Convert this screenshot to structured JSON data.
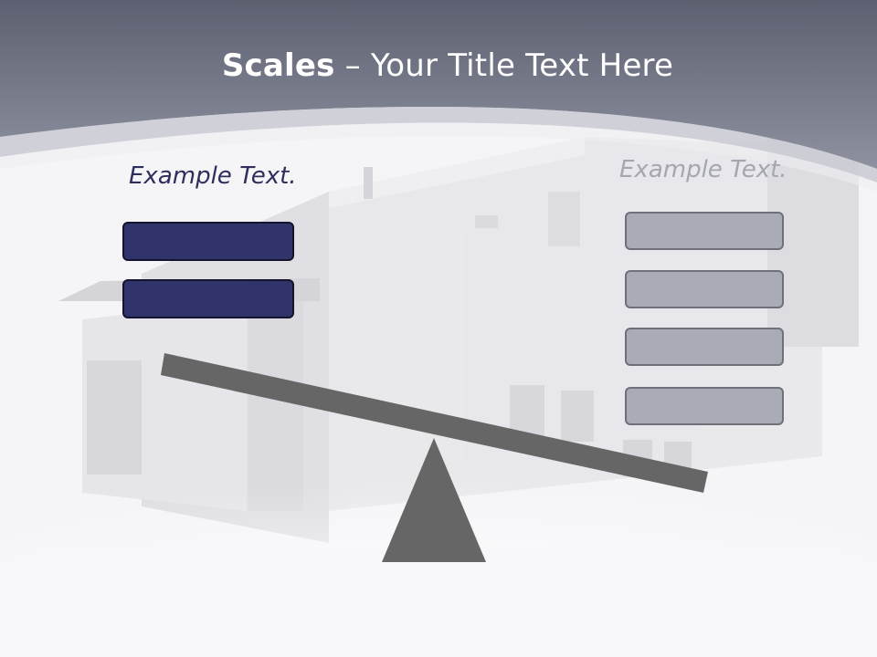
{
  "slide": {
    "title_bold": "Scales",
    "title_rest": " – Your Title Text Here",
    "left_label": "Example Text.",
    "right_label": "Example Text.",
    "left_bar_count": 2,
    "right_bar_count": 4
  },
  "colors": {
    "header": "#747887",
    "left_bar": "#31336b",
    "right_bar": "#a9abb5",
    "scale": "#666666"
  }
}
